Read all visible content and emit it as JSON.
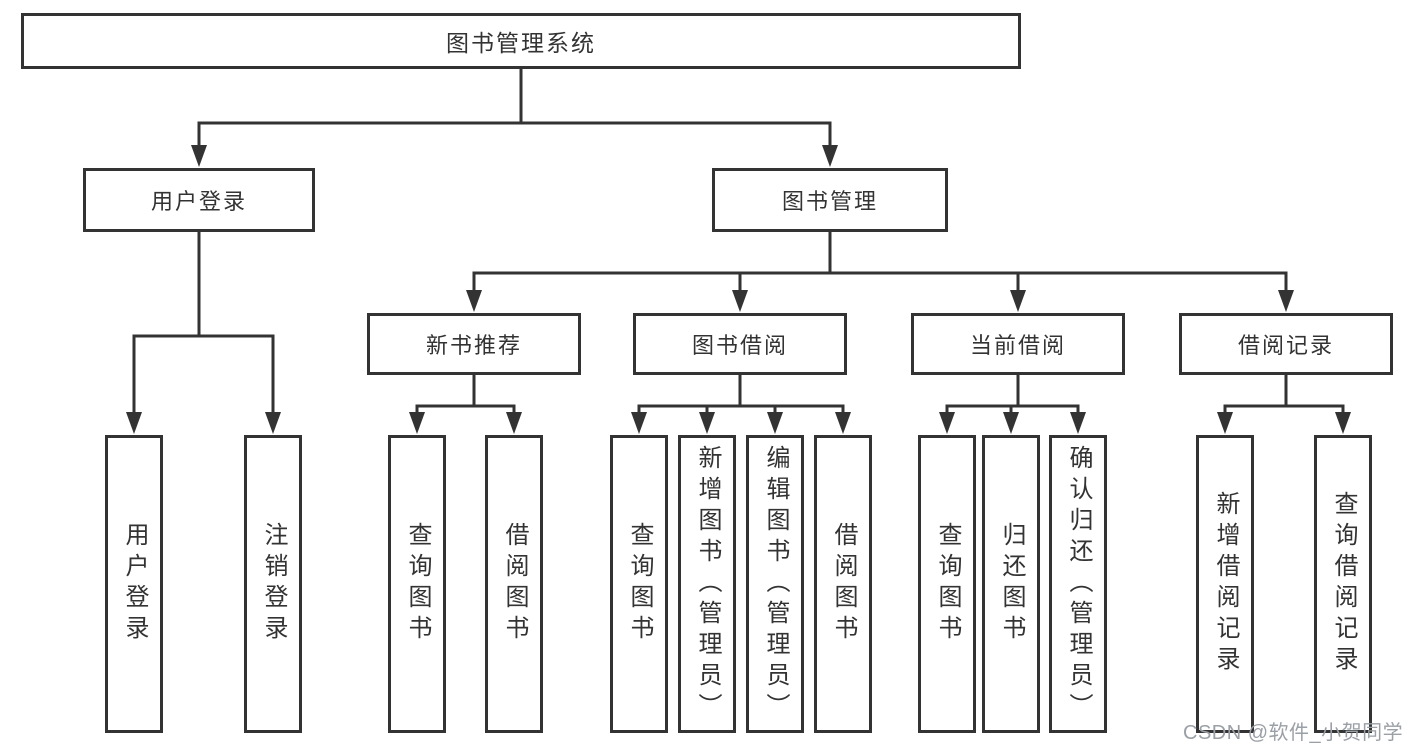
{
  "diagram": {
    "root": {
      "label": "图书管理系统"
    },
    "branches": {
      "user_login": {
        "label": "用户登录"
      },
      "book_mgmt": {
        "label": "图书管理"
      }
    },
    "modules": {
      "new_book": {
        "label": "新书推荐"
      },
      "borrow": {
        "label": "图书借阅"
      },
      "current": {
        "label": "当前借阅"
      },
      "records": {
        "label": "借阅记录"
      }
    },
    "leaves": {
      "user_login_login": {
        "label": "用户登录"
      },
      "user_login_logout": {
        "label": "注销登录"
      },
      "new_book_query": {
        "label": "查询图书"
      },
      "new_book_borrow": {
        "label": "借阅图书"
      },
      "borrow_query": {
        "label": "查询图书"
      },
      "borrow_add": {
        "label": "新增图书（管理员）"
      },
      "borrow_edit": {
        "label": "编辑图书（管理员）"
      },
      "borrow_borrow": {
        "label": "借阅图书"
      },
      "current_query": {
        "label": "查询图书"
      },
      "current_return": {
        "label": "归还图书"
      },
      "current_confirm": {
        "label": "确认归还（管理员）"
      },
      "records_add": {
        "label": "新增借阅记录"
      },
      "records_query": {
        "label": "查询借阅记录"
      }
    }
  },
  "watermark": {
    "text": "CSDN @软件_小贺同学"
  },
  "colors": {
    "line": "#333333",
    "text": "#333333",
    "box_bg": "#ffffff",
    "watermark": "#9aa0a6"
  }
}
